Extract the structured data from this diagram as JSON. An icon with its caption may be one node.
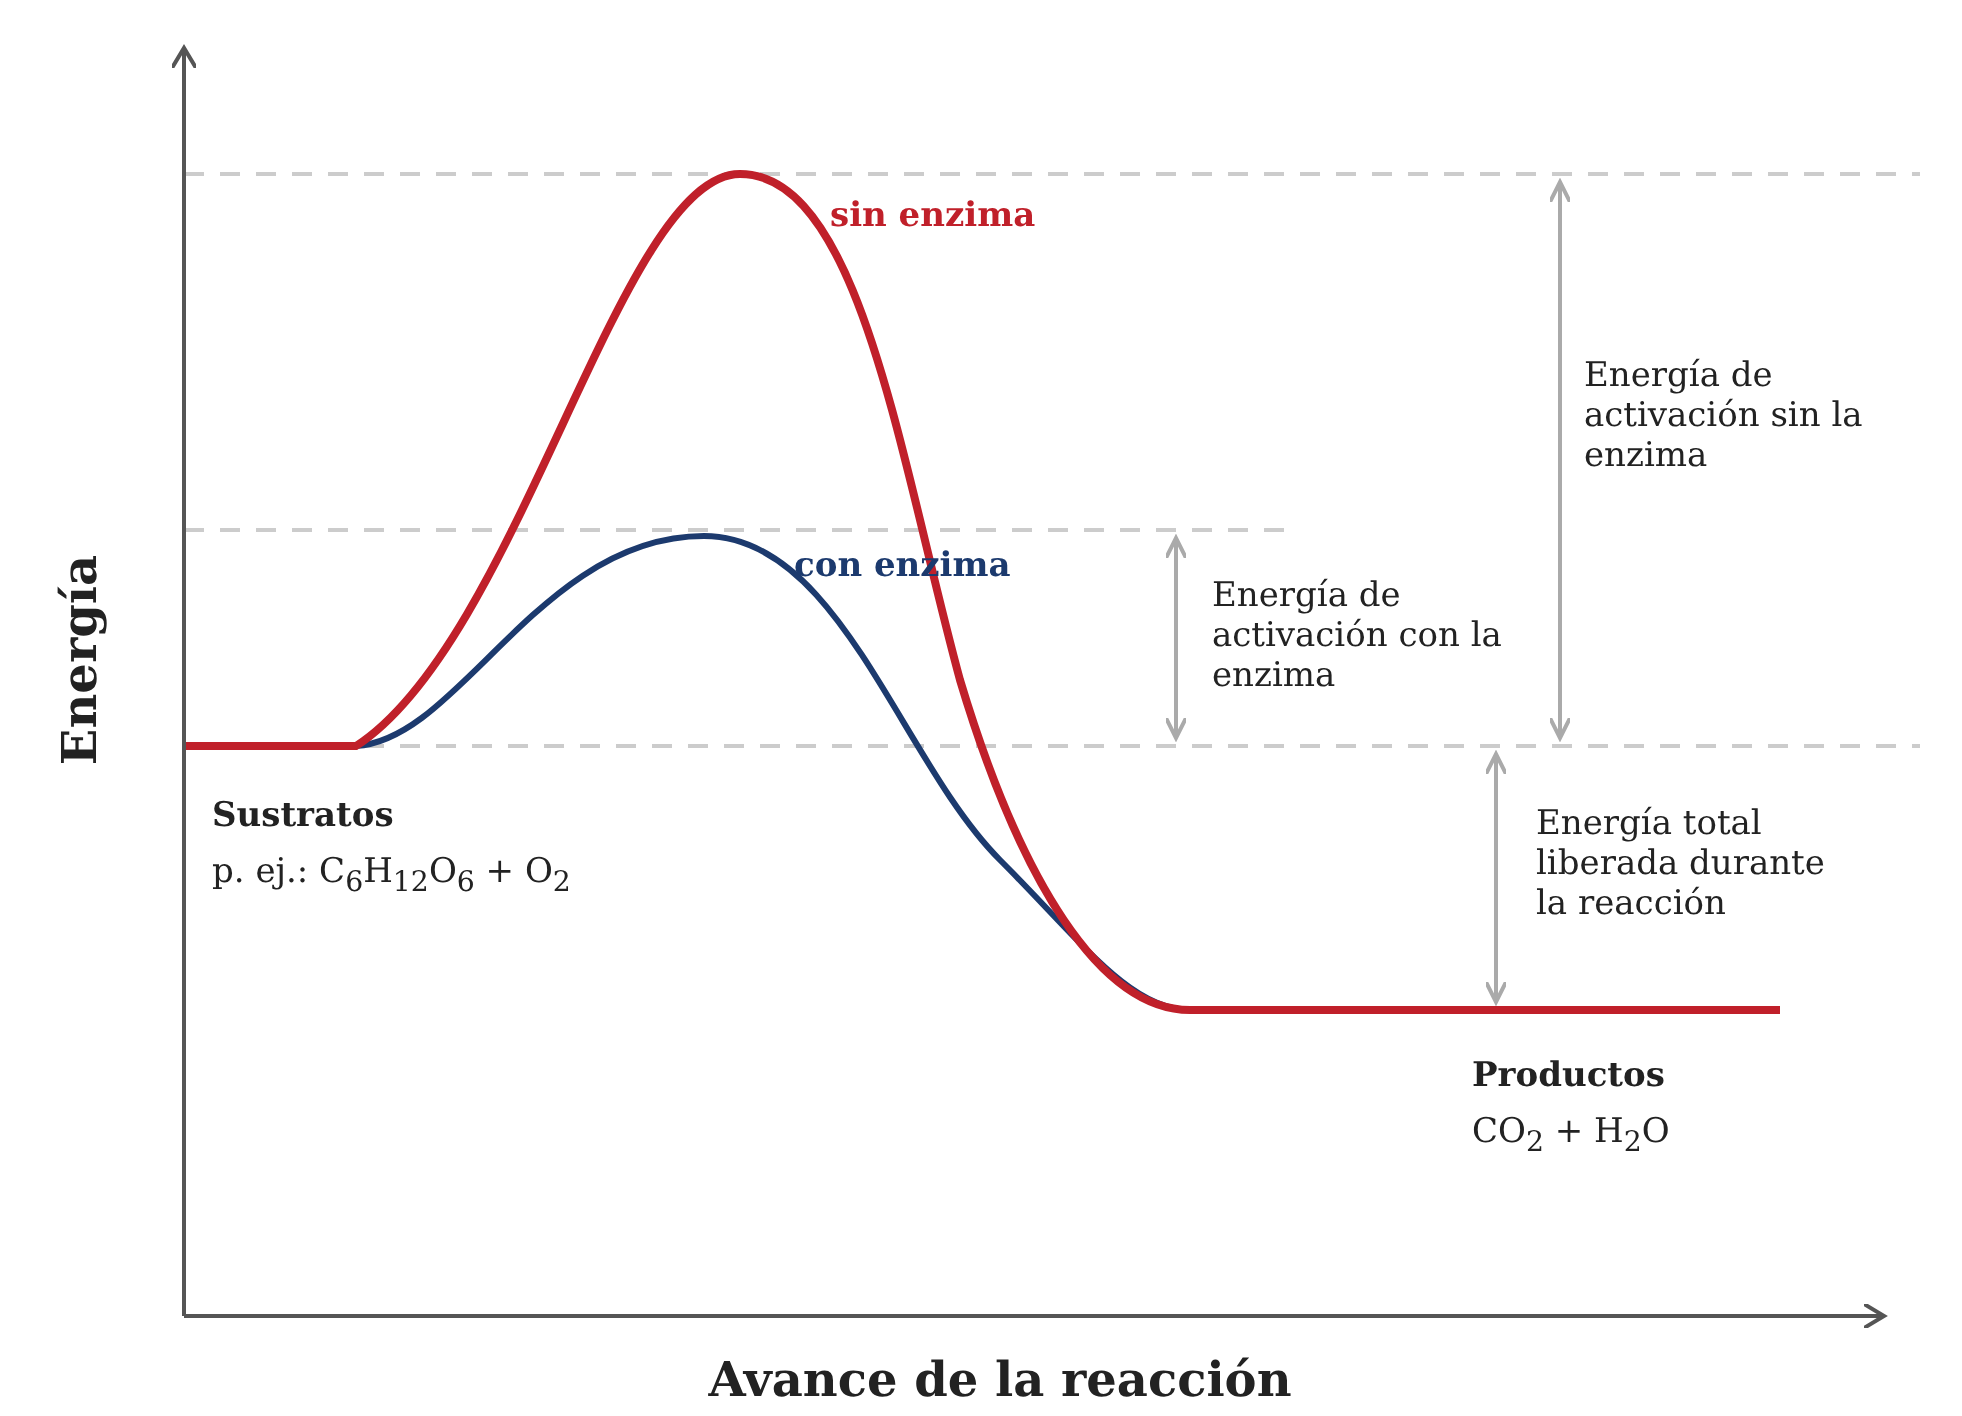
{
  "diagram": {
    "labels": [
      "sin enzima",
      "Energía de activación sin la enzima",
      "con enzima",
      "Energía de activación con la enzima",
      "Energía",
      "Sustratos",
      "p. ej.: C$_{6}$H$_{12}$O$_{6}$ + O$_{2}$",
      "Energía total liberada durante la reacción",
      "Productos",
      "CO$_{2}$ + H$_{2}$O",
      "Avance de la reacción"
    ]
  }
}
